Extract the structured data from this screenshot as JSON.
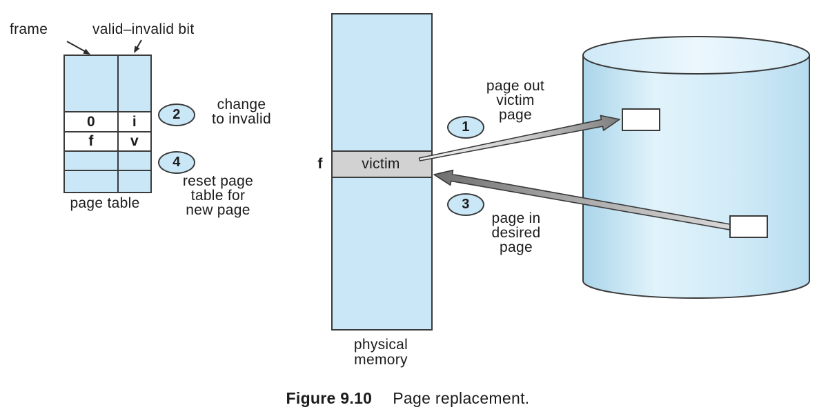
{
  "colors": {
    "light_blue": "#c9e7f7",
    "victim_gray": "#d2d2d2",
    "outline": "#3a3a3a",
    "text": "#1b1b1b",
    "arrow_light": "#f2f2f2",
    "arrow_dark": "#6e6e6e"
  },
  "page_table": {
    "frame_pointer_label": "frame",
    "valid_invalid_pointer_label": "valid–invalid bit",
    "caption": "page table",
    "rows": [
      {
        "frame": "",
        "bit": ""
      },
      {
        "frame": "0",
        "bit": "i"
      },
      {
        "frame": "f",
        "bit": "v"
      },
      {
        "frame": "",
        "bit": ""
      },
      {
        "frame": "",
        "bit": ""
      }
    ]
  },
  "memory": {
    "frame_label": "f",
    "victim_label": "victim",
    "caption": "physical\nmemory"
  },
  "steps": [
    {
      "number": "1",
      "label": "page out\nvictim\npage"
    },
    {
      "number": "2",
      "label": "change\nto invalid"
    },
    {
      "number": "3",
      "label": "page in\ndesired\npage"
    },
    {
      "number": "4",
      "label": "reset page\ntable for\nnew page"
    }
  ],
  "figure_caption": {
    "label": "Figure 9.10",
    "text": "Page replacement."
  }
}
